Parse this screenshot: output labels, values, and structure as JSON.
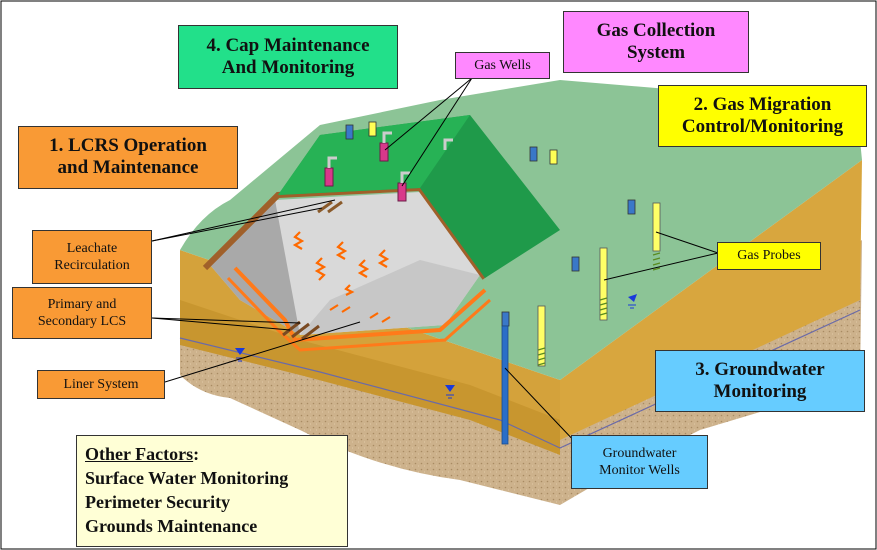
{
  "labels": {
    "cap": {
      "line1": "4.  Cap Maintenance",
      "line2": "And Monitoring"
    },
    "gas_collection": {
      "line1": "Gas Collection",
      "line2": "System"
    },
    "gas_wells": "Gas Wells",
    "lcrs": {
      "line1": "1. LCRS Operation",
      "line2": "and Maintenance"
    },
    "gas_migration": {
      "line1": "2. Gas Migration",
      "line2": "Control/Monitoring"
    },
    "leachate": {
      "line1": "Leachate",
      "line2": "Recirculation"
    },
    "primary_lcs": {
      "line1": "Primary and",
      "line2": "Secondary LCS"
    },
    "liner": "Liner System",
    "gas_probes": "Gas Probes",
    "groundwater": {
      "line1": "3. Groundwater",
      "line2": "Monitoring"
    },
    "gw_wells": {
      "line1": "Groundwater",
      "line2": "Monitor Wells"
    },
    "other": {
      "title": "Other Factors",
      "colon": ":",
      "items": [
        "Surface Water Monitoring",
        "Perimeter Security",
        "Grounds Maintenance"
      ]
    }
  },
  "colors": {
    "green_box": "#22e08a",
    "pink_box": "#ff88ff",
    "orange_box": "#f99a35",
    "yellow_box": "#ffff00",
    "blue_box": "#66ccff",
    "cream_box": "#ffffd6",
    "ground_top": "#8cc496",
    "cap_green": "#1f9a4a",
    "soil": "#d4a23b",
    "subsoil": "#c9b08a"
  }
}
